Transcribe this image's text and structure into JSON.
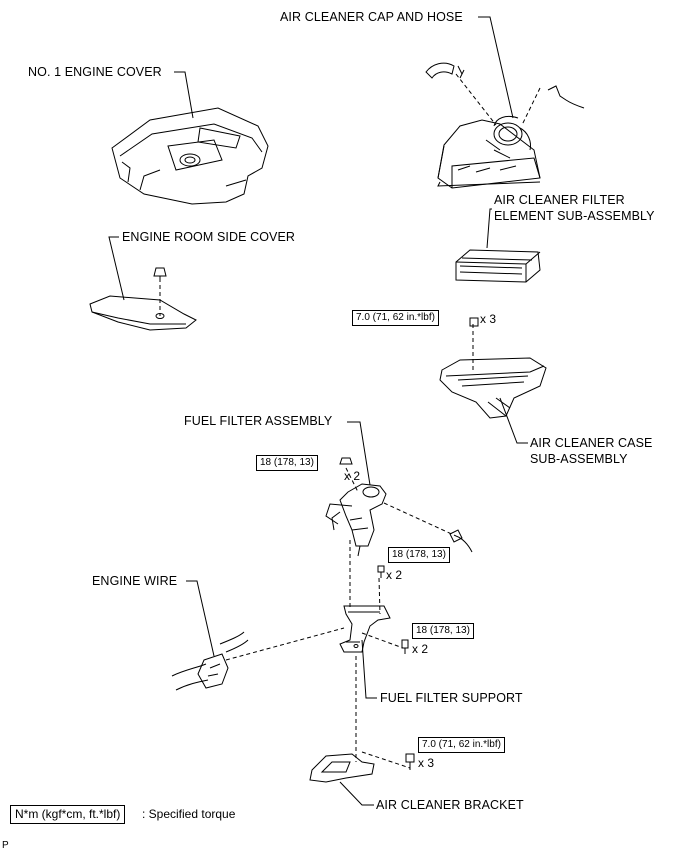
{
  "labels": {
    "air_cleaner_cap_and_hose": "AIR CLEANER CAP AND HOSE",
    "no1_engine_cover": "NO. 1 ENGINE COVER",
    "air_cleaner_filter_line1": "AIR CLEANER FILTER",
    "air_cleaner_filter_line2": "ELEMENT SUB-ASSEMBLY",
    "engine_room_side_cover": "ENGINE ROOM SIDE COVER",
    "fuel_filter_assembly": "FUEL FILTER ASSEMBLY",
    "air_cleaner_case_line1": "AIR CLEANER CASE",
    "air_cleaner_case_line2": "SUB-ASSEMBLY",
    "engine_wire": "ENGINE WIRE",
    "fuel_filter_support": "FUEL FILTER SUPPORT",
    "air_cleaner_bracket": "AIR CLEANER BRACKET"
  },
  "torques": {
    "air_cleaner_case_bolt": "7.0 (71, 62 in.*lbf)",
    "fuel_filter_nut": "18 (178, 13)",
    "fuel_filter_bolt": "18 (178, 13)",
    "support_bolt": "18 (178, 13)",
    "bracket_bolt": "7.0 (71, 62 in.*lbf)"
  },
  "quantities": {
    "air_cleaner_case_bolt": "x 3",
    "fuel_filter_nut": "x 2",
    "fuel_filter_bolt": "x 2",
    "support_bolt": "x 2",
    "bracket_bolt": "x 3"
  },
  "legend": {
    "unit": "N*m (kgf*cm, ft.*lbf)",
    "description": ": Specified torque"
  },
  "figure_code": "P"
}
